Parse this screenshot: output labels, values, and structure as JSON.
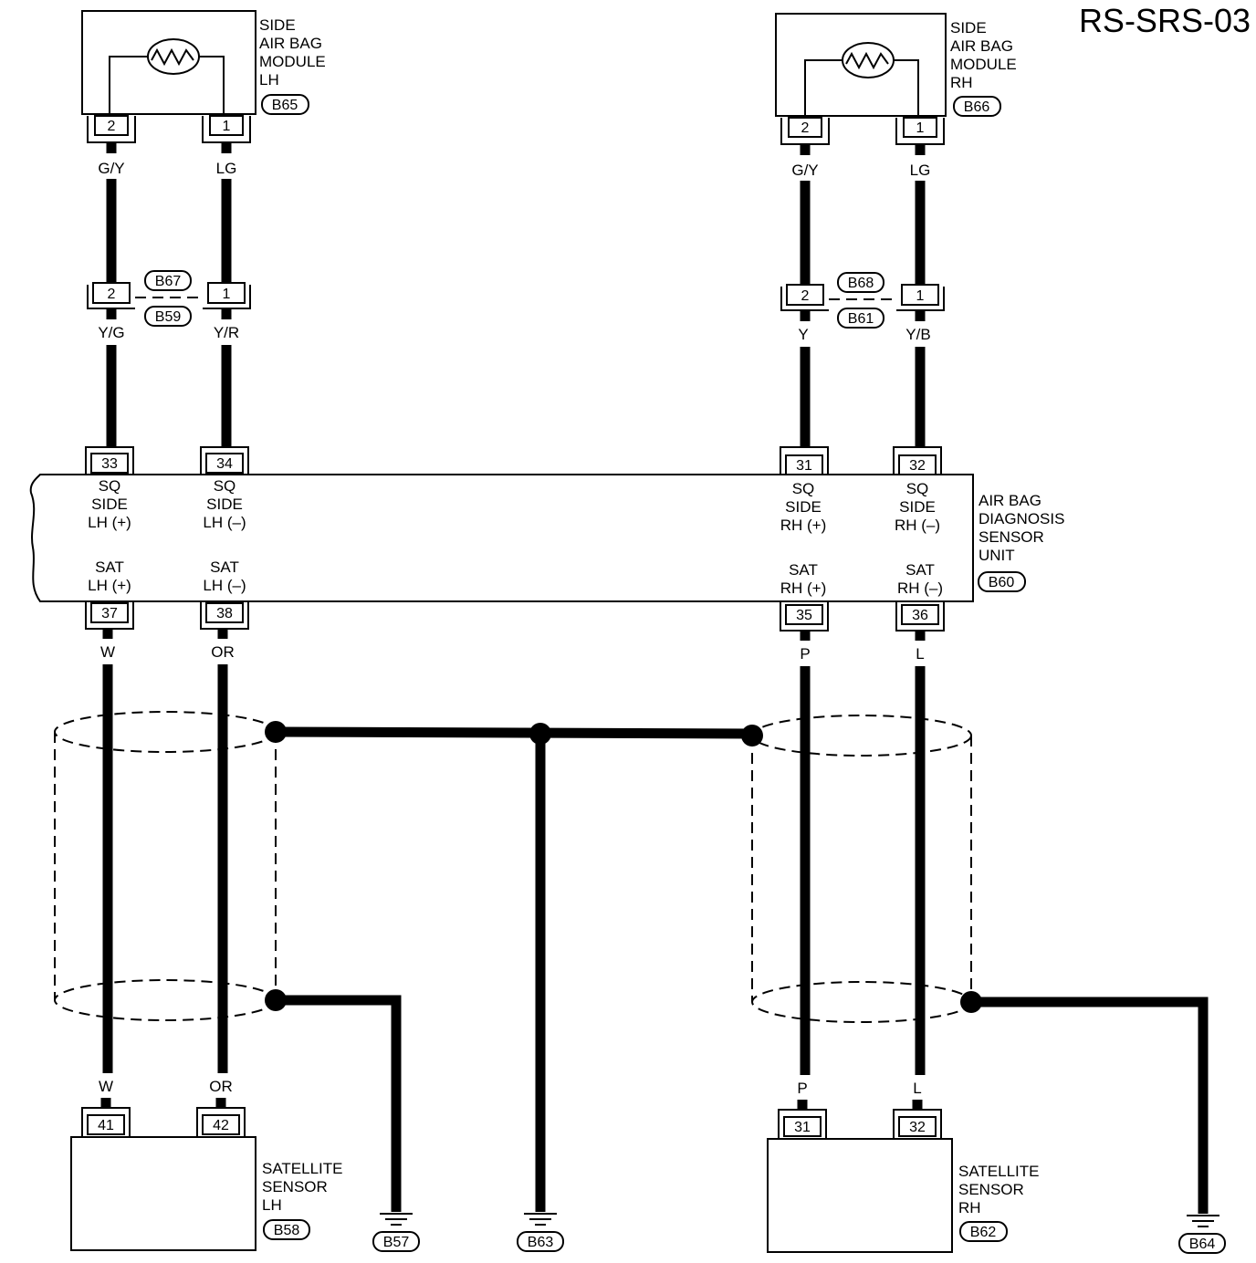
{
  "title": "RS-SRS-03",
  "modules": {
    "lh": {
      "label_lines": [
        "SIDE",
        "AIR BAG",
        "MODULE",
        "LH"
      ],
      "connector": "B65",
      "pins": [
        "2",
        "1"
      ]
    },
    "rh": {
      "label_lines": [
        "SIDE",
        "AIR BAG",
        "MODULE",
        "RH"
      ],
      "connector": "B66",
      "pins": [
        "2",
        "1"
      ]
    }
  },
  "upper_wires": {
    "lh": [
      "G/Y",
      "LG"
    ],
    "rh": [
      "G/Y",
      "LG"
    ]
  },
  "joint_connectors": {
    "lh": {
      "top": "B67",
      "bottom": "B59",
      "pins": [
        "2",
        "1"
      ],
      "wires": [
        "Y/G",
        "Y/R"
      ]
    },
    "rh": {
      "top": "B68",
      "bottom": "B61",
      "pins": [
        "2",
        "1"
      ],
      "wires": [
        "Y",
        "Y/B"
      ]
    }
  },
  "diag_unit": {
    "label_lines": [
      "AIR BAG",
      "DIAGNOSIS",
      "SENSOR",
      "UNIT"
    ],
    "connector": "B60",
    "top_pins": [
      "33",
      "34",
      "31",
      "32"
    ],
    "bottom_pins": [
      "37",
      "38",
      "35",
      "36"
    ],
    "sq_labels": [
      [
        "SQ",
        "SIDE",
        "LH (+)"
      ],
      [
        "SQ",
        "SIDE",
        "LH (–)"
      ],
      [
        "SQ",
        "SIDE",
        "RH (+)"
      ],
      [
        "SQ",
        "SIDE",
        "RH (–)"
      ]
    ],
    "sat_labels": [
      [
        "SAT",
        "LH (+)"
      ],
      [
        "SAT",
        "LH (–)"
      ],
      [
        "SAT",
        "RH (+)"
      ],
      [
        "SAT",
        "RH (–)"
      ]
    ]
  },
  "lower_wires": {
    "top": [
      "W",
      "OR",
      "P",
      "L"
    ],
    "bottom": [
      "W",
      "OR",
      "P",
      "L"
    ]
  },
  "sensors": {
    "lh": {
      "label_lines": [
        "SATELLITE",
        "SENSOR",
        "LH"
      ],
      "connector": "B58",
      "pins": [
        "41",
        "42"
      ]
    },
    "rh": {
      "label_lines": [
        "SATELLITE",
        "SENSOR",
        "RH"
      ],
      "connector": "B62",
      "pins": [
        "31",
        "32"
      ]
    }
  },
  "grounds": [
    "B57",
    "B63",
    "B64"
  ]
}
